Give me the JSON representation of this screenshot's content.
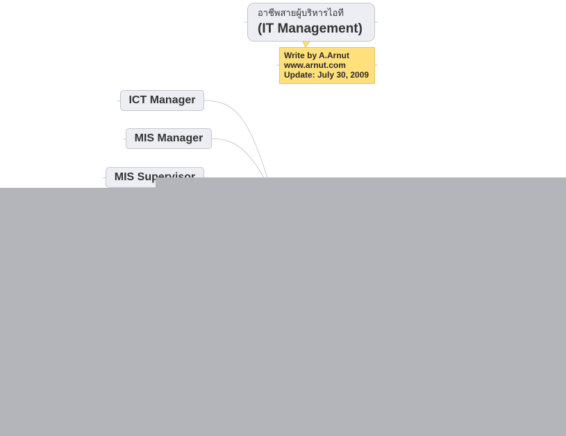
{
  "central_topic": {
    "subtitle": "อาชีพสายผู้บริหารไอที",
    "title": "(IT Management)"
  },
  "callout": {
    "line1": "Write by A.Arnut",
    "line2": "www.arnut.com",
    "line3": "Update: July 30, 2009"
  },
  "topics": [
    {
      "label": "ICT Manager"
    },
    {
      "label": "MIS Manager"
    },
    {
      "label": "MIS Supervisor"
    }
  ],
  "colors": {
    "topic_fill": "#edeef3",
    "topic_border": "#c4c6ce",
    "callout_fill": "#ffe07a",
    "overlay": "#b4b5ba",
    "text": "#333333"
  }
}
